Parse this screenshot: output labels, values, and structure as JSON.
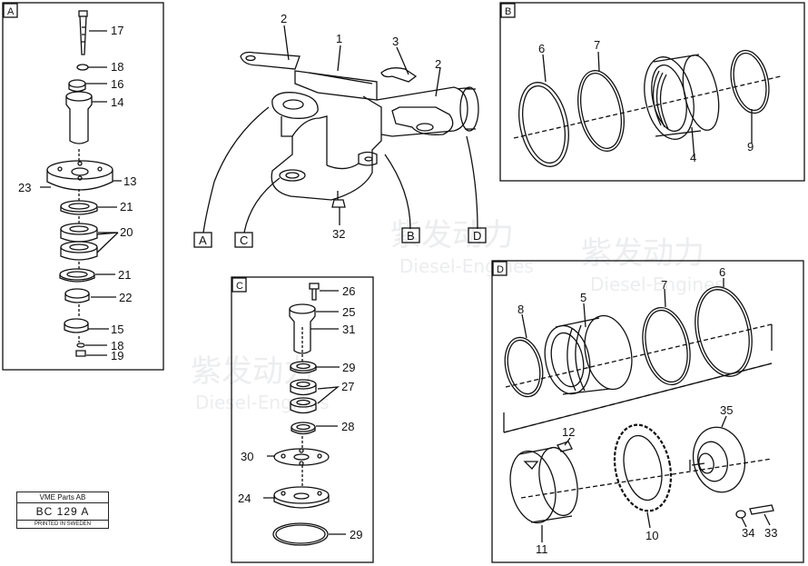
{
  "panels": {
    "a": {
      "tag": "A"
    },
    "b": {
      "tag": "B"
    },
    "c": {
      "tag": "C"
    },
    "d": {
      "tag": "D"
    }
  },
  "callouts": {
    "a": {
      "tag": "A"
    },
    "b": {
      "tag": "B"
    },
    "c": {
      "tag": "C"
    },
    "d": {
      "tag": "D"
    }
  },
  "main_labels": [
    "2",
    "1",
    "3",
    "2",
    "32"
  ],
  "panel_a_labels": [
    "17",
    "18",
    "16",
    "14",
    "13",
    "23",
    "21",
    "20",
    "21",
    "22",
    "15",
    "18",
    "19"
  ],
  "panel_b_labels": [
    "6",
    "7",
    "4",
    "9"
  ],
  "panel_c_labels": [
    "26",
    "25",
    "31",
    "29",
    "27",
    "28",
    "30",
    "24",
    "29"
  ],
  "panel_d_labels": [
    "8",
    "5",
    "7",
    "6",
    "12",
    "35",
    "11",
    "10",
    "34",
    "33"
  ],
  "stamp": {
    "line1": "VME Parts AB",
    "line2": "BC 129 A",
    "line3": "PRINTED IN SWEDEN"
  },
  "watermark": {
    "brand_cn": "紫发动力",
    "brand_en": "Diesel-Engines"
  },
  "colors": {
    "ink": "#111111",
    "watermark": "#c9ccd3",
    "background": "#ffffff"
  }
}
